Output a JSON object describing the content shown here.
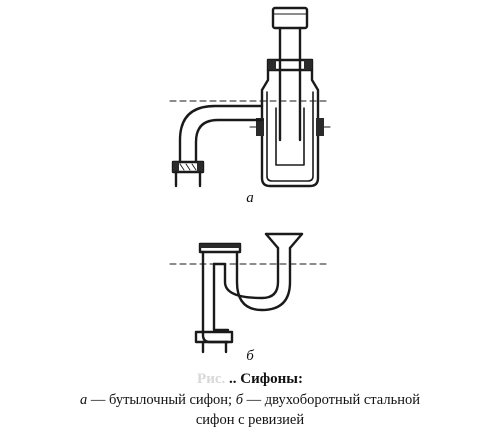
{
  "figure": {
    "label_a": "а",
    "label_b": "б"
  },
  "caption": {
    "figure_number": "Рис.",
    "title_prefix": "..",
    "title": "Сифоны:",
    "marker_a": "а",
    "text_a": " — бутылочный сифон; ",
    "marker_b": "б",
    "text_b": " — двухоборотный стальной",
    "line2": "сифон с ревизией"
  }
}
